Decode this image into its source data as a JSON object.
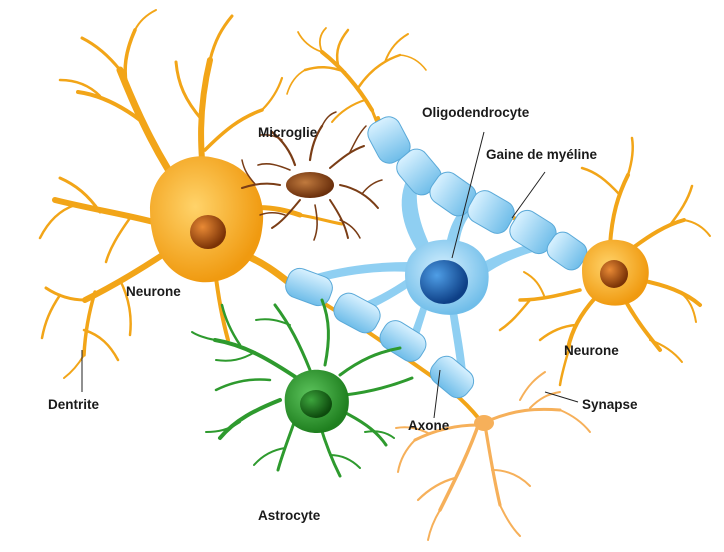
{
  "labels": {
    "oligodendrocyte": "Oligodendrocyte",
    "myelin_sheath": "Gaine de myéline",
    "microglia": "Microglie",
    "neuron_left": "Neurone",
    "neuron_right": "Neurone",
    "dendrite": "Dentrite",
    "synapse": "Synapse",
    "axon": "Axone",
    "astrocyte": "Astrocyte"
  },
  "colors": {
    "neuron": "#f2a518",
    "neuron_nucleus": "#b5560c",
    "microglia": "#7a3d16",
    "oligodendrocyte": "#7fc6ee",
    "oligo_nucleus": "#1b5fb0",
    "myelin": "#9fd6f4",
    "astrocyte": "#2e9a2e",
    "astro_nucleus": "#1c6a1c",
    "synapse_node": "#f6b05a"
  }
}
